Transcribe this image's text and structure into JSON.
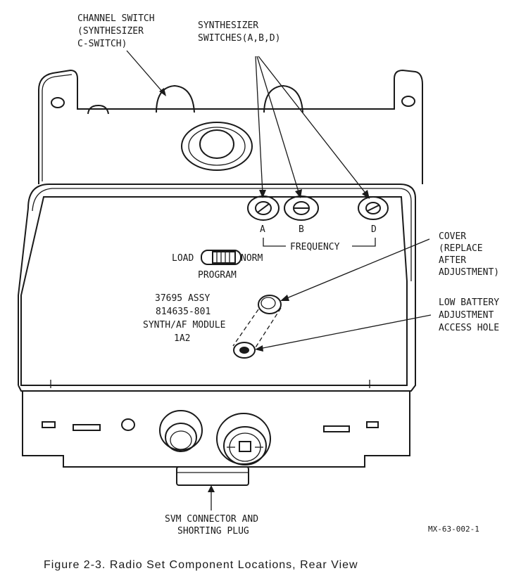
{
  "labels": {
    "channel_switch": [
      "CHANNEL SWITCH",
      "(SYNTHESIZER",
      "C-SWITCH)"
    ],
    "synth_switches": [
      "SYNTHESIZER",
      "SWITCHES(A,B,D)"
    ],
    "switch_a": "A",
    "switch_b": "B",
    "switch_d": "D",
    "frequency": "FREQUENCY",
    "program_load": "LOAD",
    "program_norm": "NORM",
    "program": "PROGRAM",
    "module_id": [
      "37695 ASSY",
      "814635-801",
      "SYNTH/AF MODULE",
      "1A2"
    ],
    "cover": [
      "COVER",
      "(REPLACE",
      "AFTER",
      "ADJUSTMENT)"
    ],
    "low_battery": [
      "LOW BATTERY",
      "ADJUSTMENT",
      "ACCESS HOLE"
    ],
    "svm_connector": [
      "SVM CONNECTOR AND",
      "SHORTING PLUG"
    ],
    "drawing_number": "MX-63-002-1"
  },
  "caption": "Figure 2-3.  Radio Set Component Locations, Rear View"
}
